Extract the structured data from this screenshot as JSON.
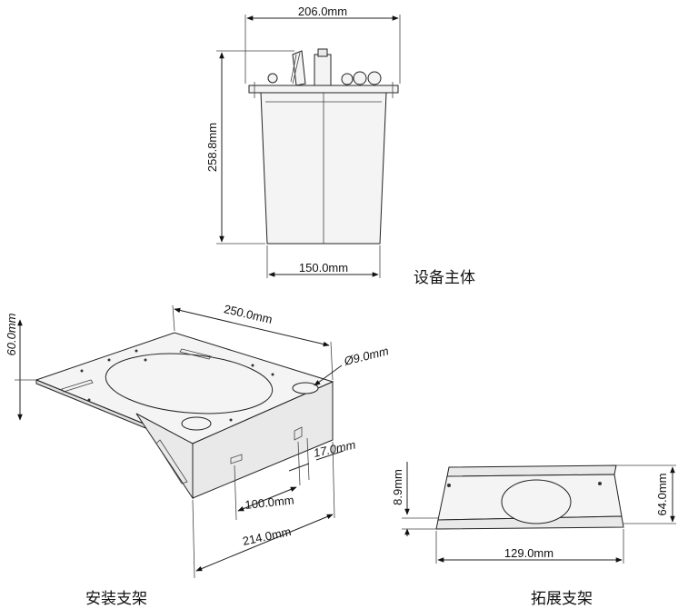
{
  "device": {
    "caption": "设备主体",
    "width_top": "206.0mm",
    "height": "258.8mm",
    "width_bottom": "150.0mm"
  },
  "bracket": {
    "caption": "安装支架",
    "length": "250.0mm",
    "height": "60.0mm",
    "hole_diameter": "Ø9.0mm",
    "offset": "17.0mm",
    "slot_spacing": "100.0mm",
    "width": "214.0mm"
  },
  "extension": {
    "caption": "拓展支架",
    "thickness": "8.9mm",
    "height": "64.0mm",
    "width": "129.0mm"
  }
}
